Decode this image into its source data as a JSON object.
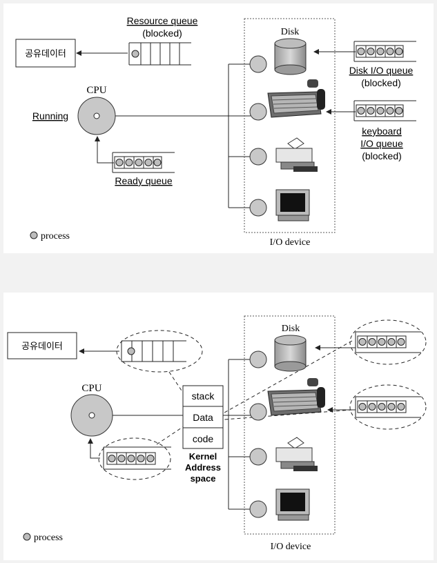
{
  "top": {
    "shared_data_label": "공유데이터",
    "resource_queue_label": "Resource queue",
    "resource_queue_state": "(blocked)",
    "cpu_label": "CPU",
    "running_label": "Running",
    "ready_queue_label": "Ready queue",
    "disk_label": "Disk",
    "disk_queue_label": "Disk I/O queue",
    "disk_queue_state": "(blocked)",
    "keyboard_queue_label_1": "keyboard",
    "keyboard_queue_label_2": "I/O queue",
    "keyboard_queue_state": "(blocked)",
    "legend_label": "process",
    "io_device_label": "I/O device"
  },
  "bottom": {
    "shared_data_label": "공유데이터",
    "cpu_label": "CPU",
    "disk_label": "Disk",
    "kernel_stack": "stack",
    "kernel_data": "Data",
    "kernel_code": "code",
    "kernel_caption_1": "Kernel",
    "kernel_caption_2": "Address",
    "kernel_caption_3": "space",
    "legend_label": "process",
    "io_device_label": "I/O device"
  },
  "colors": {
    "process_fill": "#bdbdbd",
    "device_fill": "#c8c8c8",
    "line": "#222222"
  }
}
